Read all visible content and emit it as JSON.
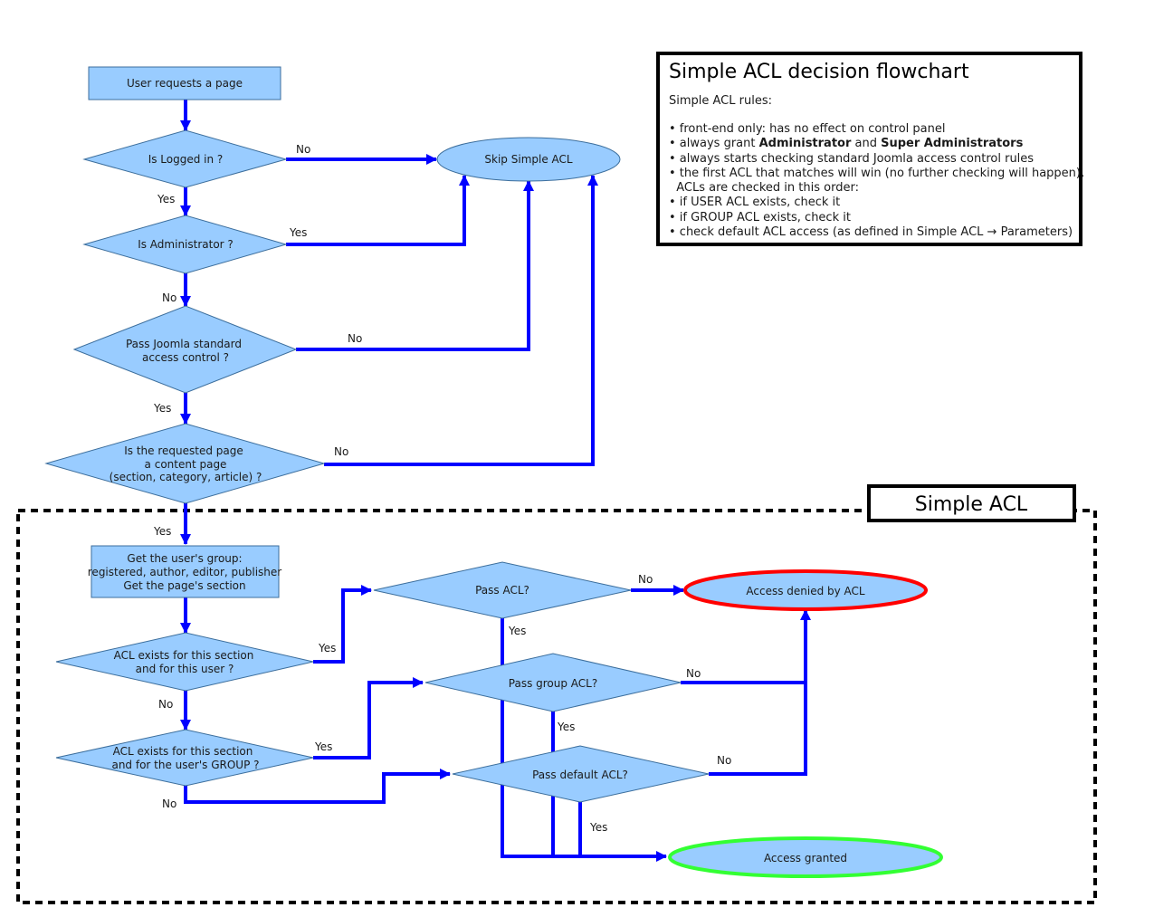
{
  "legend": {
    "title": "Simple ACL decision flowchart",
    "subtitle": "Simple ACL rules:",
    "rules": [
      {
        "text": "• front-end only: has no effect on control panel"
      },
      {
        "prefix": "• always grant ",
        "bold1": "Administrator",
        "mid": " and ",
        "bold2": "Super Administrators"
      },
      {
        "text": "• always starts checking standard Joomla access control rules"
      },
      {
        "text": "• the first ACL that matches will win (no further checking will happen),"
      },
      {
        "text": "  ACLs are checked in this order:"
      },
      {
        "text": "• if USER ACL exists, check it"
      },
      {
        "text": "• if GROUP ACL exists, check it"
      },
      {
        "text": "• check default ACL access (as defined in Simple ACL → Parameters)"
      }
    ]
  },
  "region": {
    "title": "Simple ACL"
  },
  "nodes": {
    "user_requests": "User requests a page",
    "is_logged_in": "Is Logged in ?",
    "skip_acl": "Skip Simple ACL",
    "is_admin": "Is Administrator ?",
    "pass_joomla": [
      "Pass Joomla standard",
      "access control ?"
    ],
    "is_content": [
      "Is the requested page",
      "a content page",
      "(section, category, article) ?"
    ],
    "get_group": [
      "Get the user's group:",
      "registered, author, editor, publisher",
      "Get the page's section"
    ],
    "acl_user": [
      "ACL exists  for this section",
      "and for this user ?"
    ],
    "acl_group": [
      "ACL exists for this section",
      "and for the user's GROUP ?"
    ],
    "pass_acl": "Pass ACL?",
    "pass_group_acl": "Pass group ACL?",
    "pass_default_acl": "Pass default ACL?",
    "access_denied": "Access denied by  ACL",
    "access_granted": "Access granted"
  },
  "edges": {
    "yes": "Yes",
    "no": "No"
  },
  "colors": {
    "node_fill": "#99ccff",
    "node_stroke": "#3c6e9c",
    "connector": "#0000ff",
    "denied_border": "#ff0000",
    "granted_border": "#33ff33"
  }
}
